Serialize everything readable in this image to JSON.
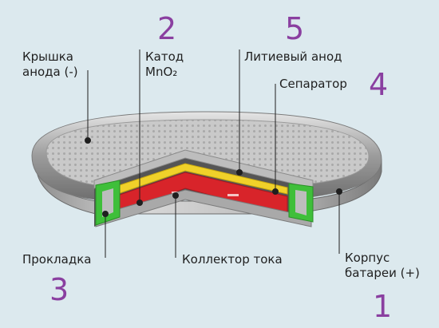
{
  "labels": {
    "anode_cap_line1": "Крышка",
    "anode_cap_line2": "анода (-)",
    "cathode_line1": "Катод",
    "cathode_line2": "MnO₂",
    "lithium_anode": "Литиевый анод",
    "separator": "Сепаратор",
    "gasket": "Прокладка",
    "current_collector": "Коллектор тока",
    "case_line1": "Корпус",
    "case_line2": "батареи (+)"
  },
  "numbers": {
    "case": "1",
    "cathode": "2",
    "gasket": "3",
    "separator": "4",
    "lithium_anode": "5"
  },
  "colors": {
    "background": "#dce9ee",
    "number": "#8a3fa0",
    "cathode_red": "#d8242a",
    "lithium_yellow": "#f0d12a",
    "gasket_green": "#3fbf3a",
    "metal": "#b9b9b9",
    "pointer": "#1f1f1f"
  }
}
